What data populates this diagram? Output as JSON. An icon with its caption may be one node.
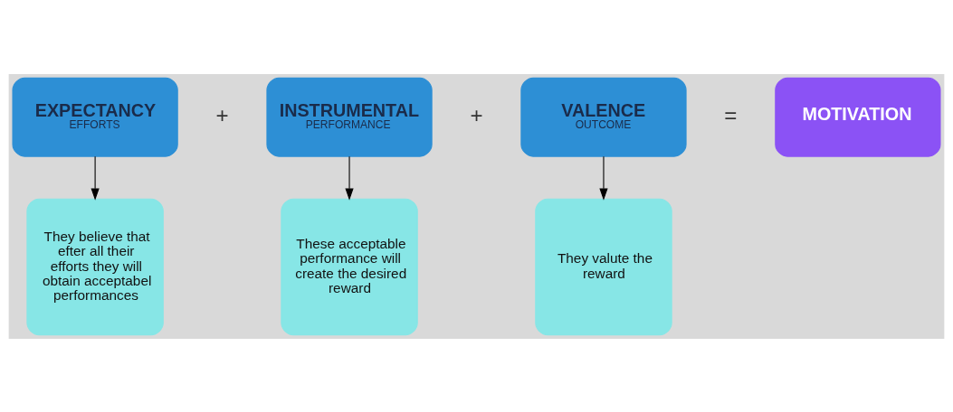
{
  "diagram": {
    "nodes": [
      {
        "text": [
          "EXPECTANCY",
          "EFFORTS"
        ]
      },
      {
        "text": [
          "INSTRUMENTAL",
          "PERFORMANCE"
        ]
      },
      {
        "text": [
          "VALENCE",
          "OUTCOME"
        ]
      },
      {
        "text": [
          "MOTIVATION"
        ]
      },
      {
        "text": [
          "They believe that efter all their efforts they will obtain acceptabel performances"
        ]
      },
      {
        "text": [
          "These acceptable performance will create the desired reward"
        ]
      },
      {
        "text": [
          "They valute the reward"
        ]
      }
    ],
    "edges": [
      {
        "from": 0,
        "to": 4,
        "arrow": "to"
      },
      {
        "from": 1,
        "to": 5,
        "arrow": "to"
      },
      {
        "from": 2,
        "to": 6,
        "arrow": "to"
      }
    ],
    "labels": [
      "+",
      "+",
      "="
    ]
  }
}
